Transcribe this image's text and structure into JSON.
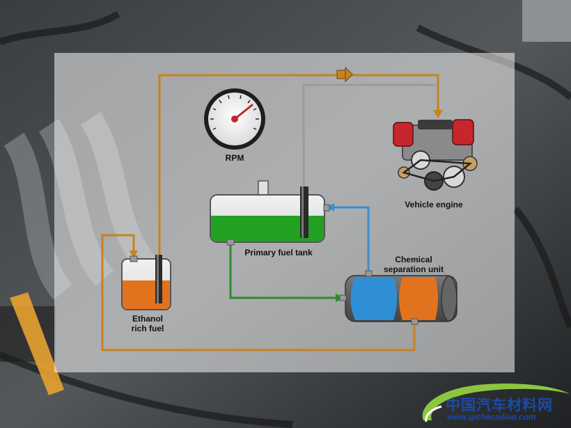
{
  "labels": {
    "rpm": "RPM",
    "vehicle_engine": "Vehicle engine",
    "primary_fuel_tank": "Primary fuel tank",
    "chemical_separation_line1": "Chemical",
    "chemical_separation_line2": "separation unit",
    "ethanol_line1": "Ethanol",
    "ethanol_line2": "rich fuel"
  },
  "watermark": {
    "brand_cn": "中国汽车材料网",
    "url": "www.qichecailiao.com"
  },
  "colors": {
    "orange_line": "#c9821c",
    "green_line": "#2e8b2e",
    "blue_line": "#3a8fd0",
    "gray_line": "#9a9a9a",
    "fuel_green": "#22a122",
    "fuel_orange": "#e2731e",
    "unit_blue": "#2f8fd6"
  },
  "gauge": {
    "needle_level": 0.7
  }
}
